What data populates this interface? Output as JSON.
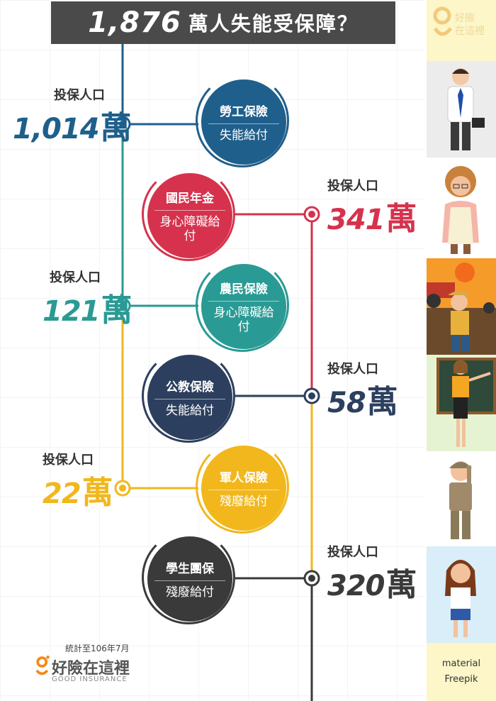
{
  "title": {
    "number": "1,876",
    "text": "萬人失能受保障？"
  },
  "labels": {
    "insured": "投保人口",
    "unit": "萬"
  },
  "left_entries": [
    {
      "label": "投保人口",
      "value": "1,014",
      "unit": "萬",
      "color": "#1f5f8b"
    },
    {
      "label": "投保人口",
      "value": "121",
      "unit": "萬",
      "color": "#2a9a94"
    },
    {
      "label": "投保人口",
      "value": "22",
      "unit": "萬",
      "color": "#f1b71c"
    }
  ],
  "right_entries": [
    {
      "label": "投保人口",
      "value": "341",
      "unit": "萬",
      "color": "#d6324d"
    },
    {
      "label": "投保人口",
      "value": "58",
      "unit": "萬",
      "color": "#2d3f5e"
    },
    {
      "label": "投保人口",
      "value": "320",
      "unit": "萬",
      "color": "#3a3a3a"
    }
  ],
  "circles": [
    {
      "name": "勞工保險",
      "benefit": "失能給付",
      "color": "#1f5f8b"
    },
    {
      "name": "國民年金",
      "benefit": "身心障礙給付",
      "color": "#d6324d"
    },
    {
      "name": "農民保險",
      "benefit": "身心障礙給付",
      "color": "#2a9a94"
    },
    {
      "name": "公教保險",
      "benefit": "失能給付",
      "color": "#2d3f5e"
    },
    {
      "name": "軍人保險",
      "benefit": "殘廢給付",
      "color": "#f1b71c"
    },
    {
      "name": "學生團保",
      "benefit": "殘廢給付",
      "color": "#3a3a3a"
    }
  ],
  "footer": {
    "note": "統計至106年7月",
    "logo_text": "好險在這裡",
    "logo_sub": "GOOD INSURANCE",
    "material_line1": "material",
    "material_line2": "Freepik"
  },
  "watermark": "好險在這裡"
}
